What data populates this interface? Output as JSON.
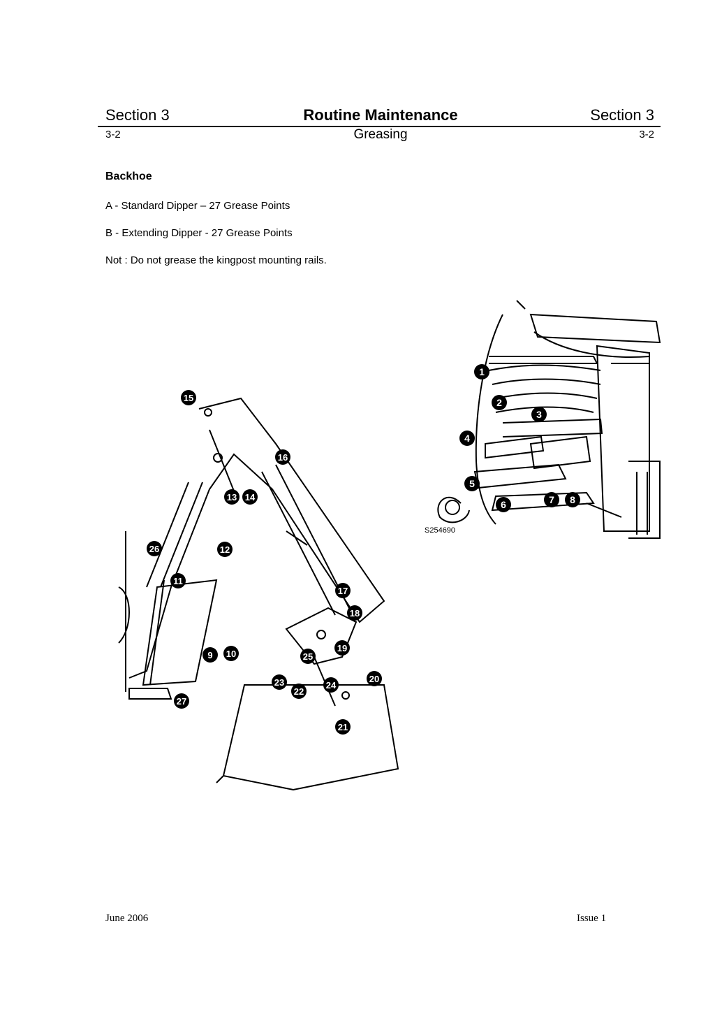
{
  "header": {
    "left": "Section 3",
    "title": "Routine Maintenance",
    "right": "Section 3",
    "page_left": "3-2",
    "subtitle": "Greasing",
    "page_right": "3-2"
  },
  "content": {
    "heading": "Backhoe",
    "lines": [
      "A - Standard  Dipper – 27 Grease Points",
      "B - Extending Dipper - 27 Grease Points",
      "Not : Do not grease the kingpost mounting rails."
    ]
  },
  "figures": {
    "kingpost": {
      "ref": "S254690",
      "callouts": [
        "1",
        "2",
        "3",
        "4",
        "5",
        "6",
        "7",
        "8"
      ]
    },
    "backhoe": {
      "callouts": [
        "9",
        "10",
        "11",
        "12",
        "13",
        "14",
        "15",
        "16",
        "17",
        "18",
        "19",
        "20",
        "21",
        "22",
        "23",
        "24",
        "25",
        "26",
        "27"
      ]
    }
  },
  "footer": {
    "date": "June 2006",
    "issue": "Issue 1"
  }
}
